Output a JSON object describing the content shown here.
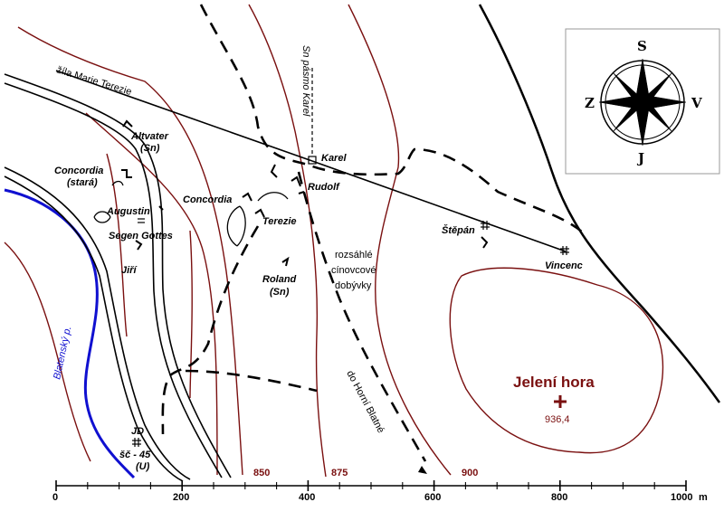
{
  "map": {
    "vein_label": "žíla Marie Terezie",
    "sn_zone_label": "Sn pásmo Karel",
    "mines": {
      "altvater": "Altvater",
      "altvater_sub": "(Sn)",
      "concordia_old": "Concordia",
      "concordia_old_sub": "(stará)",
      "augustin": "Augustin",
      "segen_gottes": "Segen Gottes",
      "jiri": "Jiří",
      "concordia": "Concordia",
      "terezie": "Terezie",
      "karel": "Karel",
      "rudolf": "Rudolf",
      "roland": "Roland",
      "roland_sub": "(Sn)",
      "stepan": "Štěpán",
      "vincenc": "Vincenc",
      "jd": "JD",
      "jd_num": "šč - 45",
      "jd_sub": "(U)"
    },
    "mining_note": [
      "rozsáhlé",
      "cínovcové",
      "dobývky"
    ],
    "road_label": "do Horní Blatné",
    "stream_label": "Blatenský p.",
    "peak_name": "Jelení hora",
    "peak_elevation": "936,4",
    "contours": [
      "850",
      "875",
      "900"
    ],
    "colors": {
      "contour": "#7a1010",
      "stream": "#1010d0",
      "ink": "#000000"
    }
  },
  "compass": {
    "north": "J",
    "south": "S",
    "west": "Z",
    "east": "V"
  },
  "scale": {
    "ticks": [
      "0",
      "200",
      "400",
      "600",
      "800",
      "1000"
    ],
    "unit": "m"
  }
}
